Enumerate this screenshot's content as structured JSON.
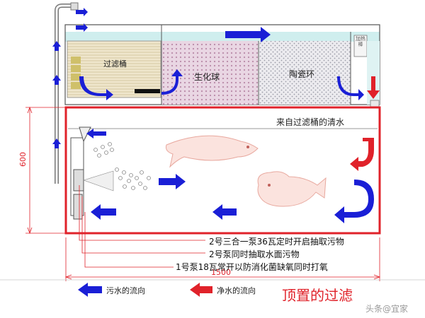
{
  "labels": {
    "filter_bucket": "过滤桶",
    "bio_balls": "生化球",
    "ceramic_rings": "陶瓷环",
    "clean_water": "来自过滤桶的清水",
    "dim_height": "600",
    "dim_width": "1500",
    "note_1": "2号三合一泵36瓦定时开启抽取污物",
    "note_2": "2号泵同时抽取水面污物",
    "note_3": "1号泵18瓦常开以防消化菌缺氧同时打氧",
    "legend_dirty": "污水的流向",
    "legend_clean": "净水的流向",
    "title": "顶置的过滤",
    "side_label": "加热棒",
    "watermark": "头条@宜家"
  },
  "colors": {
    "dirty_flow": "#1a1fd6",
    "clean_flow": "#e0222a",
    "tank_outline": "#e0222a",
    "water_top": "#cfeeee",
    "bio_fill": "#e9d6e3",
    "ceramic_fill": "#ecebef"
  }
}
